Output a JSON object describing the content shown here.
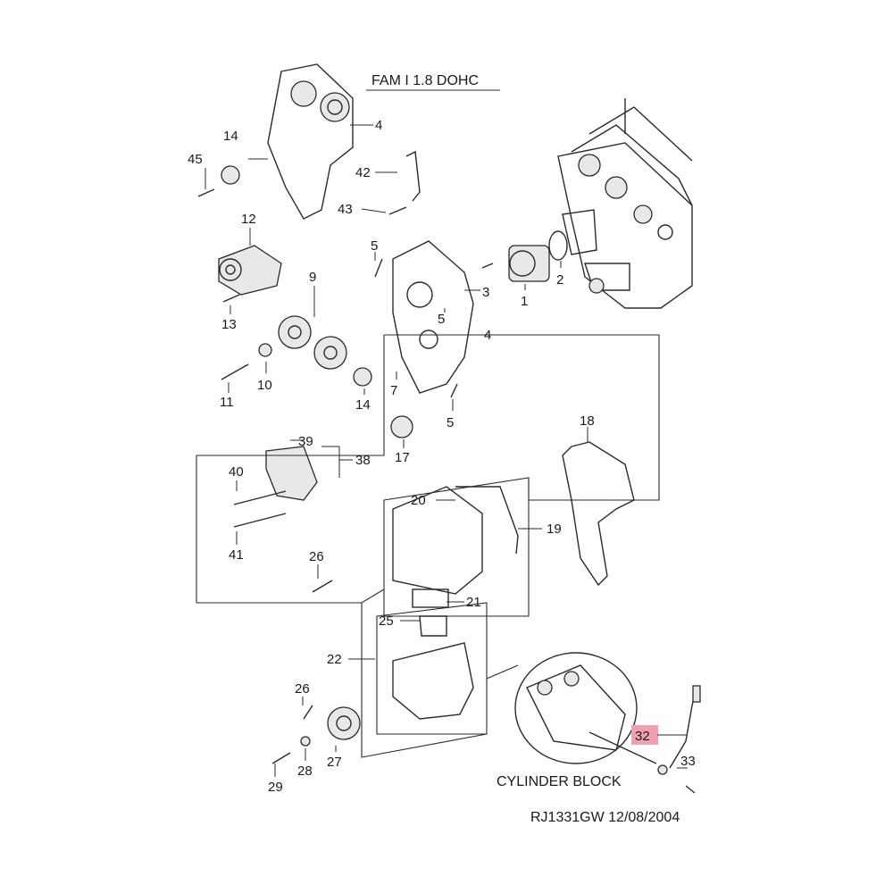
{
  "title": "FAM I  1.8 DOHC",
  "inset_caption": "CYLINDER BLOCK",
  "drawing_ref": "RJ1331GW  12/08/2004",
  "highlight_color": "#f0a0b0",
  "callouts": {
    "c1": "1",
    "c2": "2",
    "c3": "3",
    "c4a": "4",
    "c4b": "4",
    "c5a": "5",
    "c5b": "5",
    "c5c": "5",
    "c7": "7",
    "c9": "9",
    "c10": "10",
    "c11": "11",
    "c12": "12",
    "c13": "13",
    "c14a": "14",
    "c14b": "14",
    "c17": "17",
    "c18": "18",
    "c19": "19",
    "c20": "20",
    "c21": "21",
    "c22": "22",
    "c25": "25",
    "c26a": "26",
    "c26b": "26",
    "c27": "27",
    "c28": "28",
    "c29": "29",
    "c32": "32",
    "c33": "33",
    "c38": "38",
    "c39": "39",
    "c40": "40",
    "c41": "41",
    "c42": "42",
    "c43": "43",
    "c45": "45"
  }
}
